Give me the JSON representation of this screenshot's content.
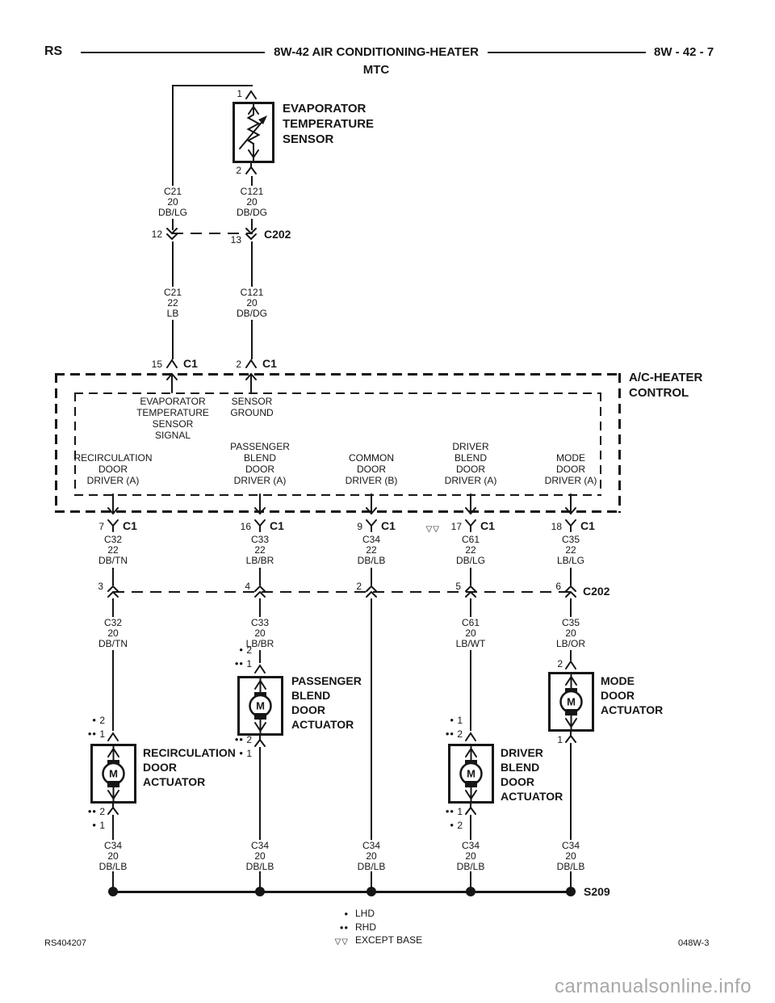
{
  "header": {
    "model_code": "RS",
    "title": "8W-42 AIR CONDITIONING-HEATER",
    "subtitle": "MTC",
    "page_ref": "8W - 42 - 7"
  },
  "sensor": {
    "label": "EVAPORATOR\nTEMPERATURE\nSENSOR",
    "pin_top": "1",
    "pin_bottom": "2"
  },
  "top_wires": {
    "left_upper": {
      "circuit": "C21",
      "gauge": "20",
      "color": "DB/LG"
    },
    "right_upper": {
      "circuit": "C121",
      "gauge": "20",
      "color": "DB/DG"
    },
    "left_lower": {
      "circuit": "C21",
      "gauge": "22",
      "color": "LB"
    },
    "right_lower": {
      "circuit": "C121",
      "gauge": "20",
      "color": "DB/DG"
    }
  },
  "c202_top": {
    "label": "C202",
    "left_pin": "12",
    "right_pin": "13"
  },
  "c1_top": {
    "left_pin": "15",
    "left_label": "C1",
    "right_pin": "2",
    "right_label": "C1"
  },
  "control": {
    "title": "A/C-HEATER\nCONTROL",
    "signal_label": "EVAPORATOR\nTEMPERATURE\nSENSOR\nSIGNAL",
    "ground_label": "SENSOR\nGROUND",
    "drivers": [
      "RECIRCULATION\nDOOR\nDRIVER (A)",
      "PASSENGER\nBLEND\nDOOR\nDRIVER (A)",
      "COMMON\nDOOR\nDRIVER (B)",
      "DRIVER\nBLEND\nDOOR\nDRIVER (A)",
      "MODE\nDOOR\nDRIVER (A)"
    ]
  },
  "c202_bottom_label": "C202",
  "branches": [
    {
      "c1_pin": "7",
      "c1_label": "C1",
      "wire_upper": {
        "circuit": "C32",
        "gauge": "22",
        "color": "DB/TN"
      },
      "c202_pin": "3",
      "wire_lower": {
        "circuit": "C32",
        "gauge": "20",
        "color": "DB/TN"
      },
      "actuator": {
        "label": "RECIRCULATION\nDOOR\nACTUATOR",
        "motor": "M",
        "pins_top": [
          {
            "sym": "•",
            "num": "2"
          },
          {
            "sym": "••",
            "num": "1"
          }
        ],
        "pins_bottom": [
          {
            "sym": "••",
            "num": "2"
          },
          {
            "sym": "•",
            "num": "1"
          }
        ]
      },
      "wire_bottom": {
        "circuit": "C34",
        "gauge": "20",
        "color": "DB/LB"
      }
    },
    {
      "c1_pin": "16",
      "c1_label": "C1",
      "wire_upper": {
        "circuit": "C33",
        "gauge": "22",
        "color": "LB/BR"
      },
      "c202_pin": "4",
      "wire_lower": {
        "circuit": "C33",
        "gauge": "20",
        "color": "LB/BR"
      },
      "actuator": {
        "label": "PASSENGER\nBLEND\nDOOR\nACTUATOR",
        "motor": "M",
        "pins_top": [
          {
            "sym": "•",
            "num": "2"
          },
          {
            "sym": "••",
            "num": "1"
          }
        ],
        "pins_bottom": [
          {
            "sym": "••",
            "num": "2"
          },
          {
            "sym": "•",
            "num": "1"
          }
        ]
      },
      "wire_bottom": {
        "circuit": "C34",
        "gauge": "20",
        "color": "DB/LB"
      }
    },
    {
      "c1_pin": "9",
      "c1_label": "C1",
      "wire_upper": {
        "circuit": "C34",
        "gauge": "22",
        "color": "DB/LB"
      },
      "c202_pin": "2",
      "wire_bottom": {
        "circuit": "C34",
        "gauge": "20",
        "color": "DB/LB"
      }
    },
    {
      "c1_prefix": "▽▽",
      "c1_pin": "17",
      "c1_label": "C1",
      "wire_upper": {
        "circuit": "C61",
        "gauge": "22",
        "color": "DB/LG"
      },
      "c202_pin": "5",
      "wire_lower": {
        "circuit": "C61",
        "gauge": "20",
        "color": "LB/WT"
      },
      "actuator": {
        "label": "DRIVER\nBLEND\nDOOR\nACTUATOR",
        "motor": "M",
        "pins_top": [
          {
            "sym": "•",
            "num": "1"
          },
          {
            "sym": "••",
            "num": "2"
          }
        ],
        "pins_bottom": [
          {
            "sym": "••",
            "num": "1"
          },
          {
            "sym": "•",
            "num": "2"
          }
        ]
      },
      "wire_bottom": {
        "circuit": "C34",
        "gauge": "20",
        "color": "DB/LB"
      }
    },
    {
      "c1_pin": "18",
      "c1_label": "C1",
      "wire_upper": {
        "circuit": "C35",
        "gauge": "22",
        "color": "LB/LG"
      },
      "c202_pin": "6",
      "wire_lower": {
        "circuit": "C35",
        "gauge": "20",
        "color": "LB/OR"
      },
      "actuator": {
        "label": "MODE\nDOOR\nACTUATOR",
        "motor": "M",
        "pins_top": [
          {
            "sym": "",
            "num": "2"
          }
        ],
        "pins_bottom": [
          {
            "sym": "",
            "num": "1"
          }
        ]
      },
      "wire_bottom": {
        "circuit": "C34",
        "gauge": "20",
        "color": "DB/LB"
      }
    }
  ],
  "splice": {
    "label": "S209"
  },
  "legend": [
    {
      "symbol": "•",
      "label": "LHD"
    },
    {
      "symbol": "••",
      "label": "RHD"
    },
    {
      "symbol": "▽▽",
      "label": "EXCEPT BASE"
    }
  ],
  "footer": {
    "left_code": "RS404207",
    "right_code": "048W-3",
    "watermark": "carmanualsonline.info"
  }
}
